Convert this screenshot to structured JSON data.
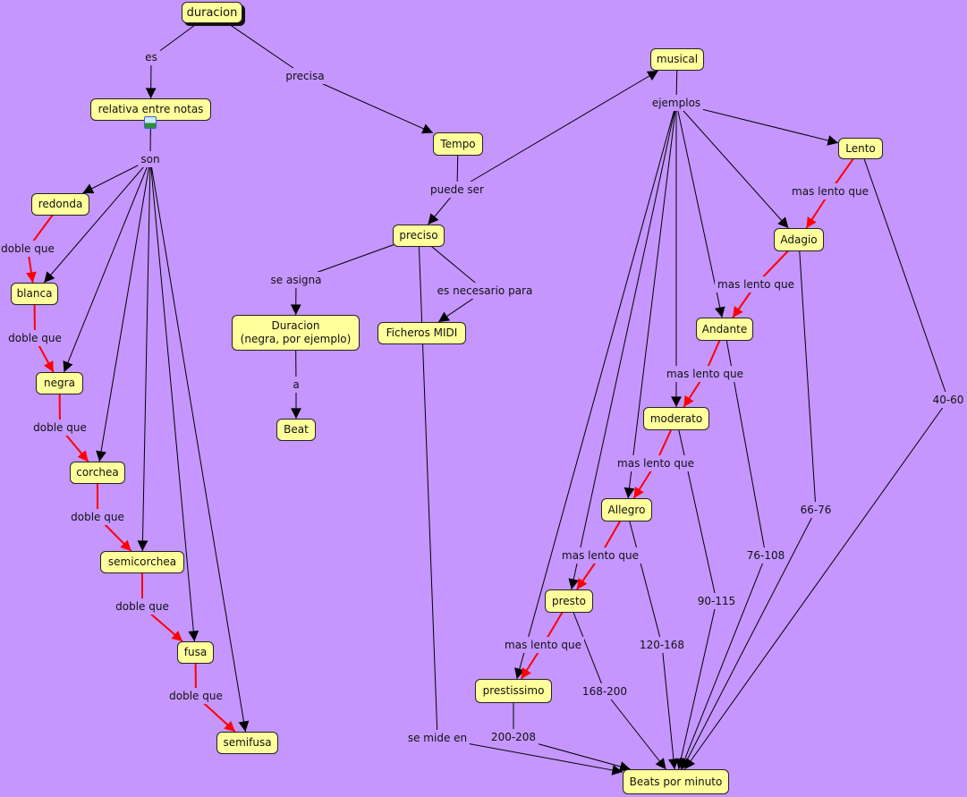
{
  "nodes": {
    "duracion": "duracion",
    "relativa": "relativa entre notas",
    "tempo": "Tempo",
    "musical": "musical",
    "lento": "Lento",
    "preciso": "preciso",
    "redonda": "redonda",
    "blanca": "blanca",
    "negra": "negra",
    "corchea": "corchea",
    "semicorchea": "semicorchea",
    "fusa": "fusa",
    "semifusa": "semifusa",
    "duracion2": "Duracion\n(negra, por ejemplo)",
    "beat": "Beat",
    "ficheros": "Ficheros MIDI",
    "adagio": "Adagio",
    "andante": "Andante",
    "moderato": "moderato",
    "allegro": "Allegro",
    "presto": "presto",
    "prestissimo": "prestissimo",
    "bpm": "Beats por minuto"
  },
  "phrases": {
    "es": "es",
    "precisa": "precisa",
    "son": "son",
    "puede": "puede ser",
    "ejemplos": "ejemplos",
    "dq1": "doble que",
    "dq2": "doble que",
    "dq3": "doble que",
    "dq4": "doble que",
    "dq5": "doble que",
    "dq6": "doble que",
    "ml1": "mas lento que",
    "ml2": "mas lento que",
    "ml3": "mas lento que",
    "ml4": "mas lento que",
    "ml5": "mas lento que",
    "ml6": "mas lento que",
    "asigna": "se asigna",
    "a": "a",
    "necesario": "es necesario para",
    "mide": "se mide en",
    "r1": "40-60",
    "r2": "66-76",
    "r3": "76-108",
    "r4": "90-115",
    "r5": "120-168",
    "r6": "168-200",
    "r7": "200-208"
  },
  "colors": {
    "background": "#c496fe",
    "node": "#ffff9c",
    "link": "#000000",
    "highlight_link": "#ff0000"
  },
  "links": [
    {
      "from": "duracion",
      "phrase": "es",
      "to": [
        "relativa"
      ],
      "color": "black"
    },
    {
      "from": "duracion",
      "phrase": "precisa",
      "to": [
        "tempo"
      ],
      "color": "black"
    },
    {
      "from": "relativa",
      "phrase": "son",
      "to": [
        "redonda",
        "blanca",
        "negra",
        "corchea",
        "semicorchea",
        "fusa",
        "semifusa"
      ],
      "color": "black"
    },
    {
      "from": "redonda",
      "phrase": "dq1",
      "to": [
        "blanca"
      ],
      "color": "red"
    },
    {
      "from": "blanca",
      "phrase": "dq2",
      "to": [
        "negra"
      ],
      "color": "red"
    },
    {
      "from": "negra",
      "phrase": "dq3",
      "to": [
        "corchea"
      ],
      "color": "red"
    },
    {
      "from": "corchea",
      "phrase": "dq4",
      "to": [
        "semicorchea"
      ],
      "color": "red"
    },
    {
      "from": "semicorchea",
      "phrase": "dq5",
      "to": [
        "fusa"
      ],
      "color": "red"
    },
    {
      "from": "fusa",
      "phrase": "dq6",
      "to": [
        "semifusa"
      ],
      "color": "red"
    },
    {
      "from": "tempo",
      "phrase": "puede",
      "to": [
        "musical",
        "preciso"
      ],
      "color": "black"
    },
    {
      "from": "preciso",
      "phrase": "asigna",
      "to": [
        "duracion2"
      ],
      "color": "black"
    },
    {
      "from": "duracion2",
      "phrase": "a",
      "to": [
        "beat"
      ],
      "color": "black"
    },
    {
      "from": "preciso",
      "phrase": "necesario",
      "to": [
        "ficheros"
      ],
      "color": "black"
    },
    {
      "from": "preciso",
      "phrase": "mide",
      "to": [
        "bpm"
      ],
      "color": "black"
    },
    {
      "from": "musical",
      "phrase": "ejemplos",
      "to": [
        "lento",
        "adagio",
        "andante",
        "moderato",
        "allegro",
        "presto",
        "prestissimo"
      ],
      "color": "black"
    },
    {
      "from": "lento",
      "phrase": "ml1",
      "to": [
        "adagio"
      ],
      "color": "red"
    },
    {
      "from": "adagio",
      "phrase": "ml2",
      "to": [
        "andante"
      ],
      "color": "red"
    },
    {
      "from": "andante",
      "phrase": "ml3",
      "to": [
        "moderato"
      ],
      "color": "red"
    },
    {
      "from": "moderato",
      "phrase": "ml4",
      "to": [
        "allegro"
      ],
      "color": "red"
    },
    {
      "from": "allegro",
      "phrase": "ml5",
      "to": [
        "presto"
      ],
      "color": "red"
    },
    {
      "from": "presto",
      "phrase": "ml6",
      "to": [
        "prestissimo"
      ],
      "color": "red"
    },
    {
      "from": "lento",
      "phrase": "r1",
      "to": [
        "bpm"
      ],
      "color": "black"
    },
    {
      "from": "adagio",
      "phrase": "r2",
      "to": [
        "bpm"
      ],
      "color": "black"
    },
    {
      "from": "andante",
      "phrase": "r3",
      "to": [
        "bpm"
      ],
      "color": "black"
    },
    {
      "from": "moderato",
      "phrase": "r4",
      "to": [
        "bpm"
      ],
      "color": "black"
    },
    {
      "from": "allegro",
      "phrase": "r5",
      "to": [
        "bpm"
      ],
      "color": "black"
    },
    {
      "from": "presto",
      "phrase": "r6",
      "to": [
        "bpm"
      ],
      "color": "black"
    },
    {
      "from": "prestissimo",
      "phrase": "r7",
      "to": [
        "bpm"
      ],
      "color": "black"
    }
  ]
}
